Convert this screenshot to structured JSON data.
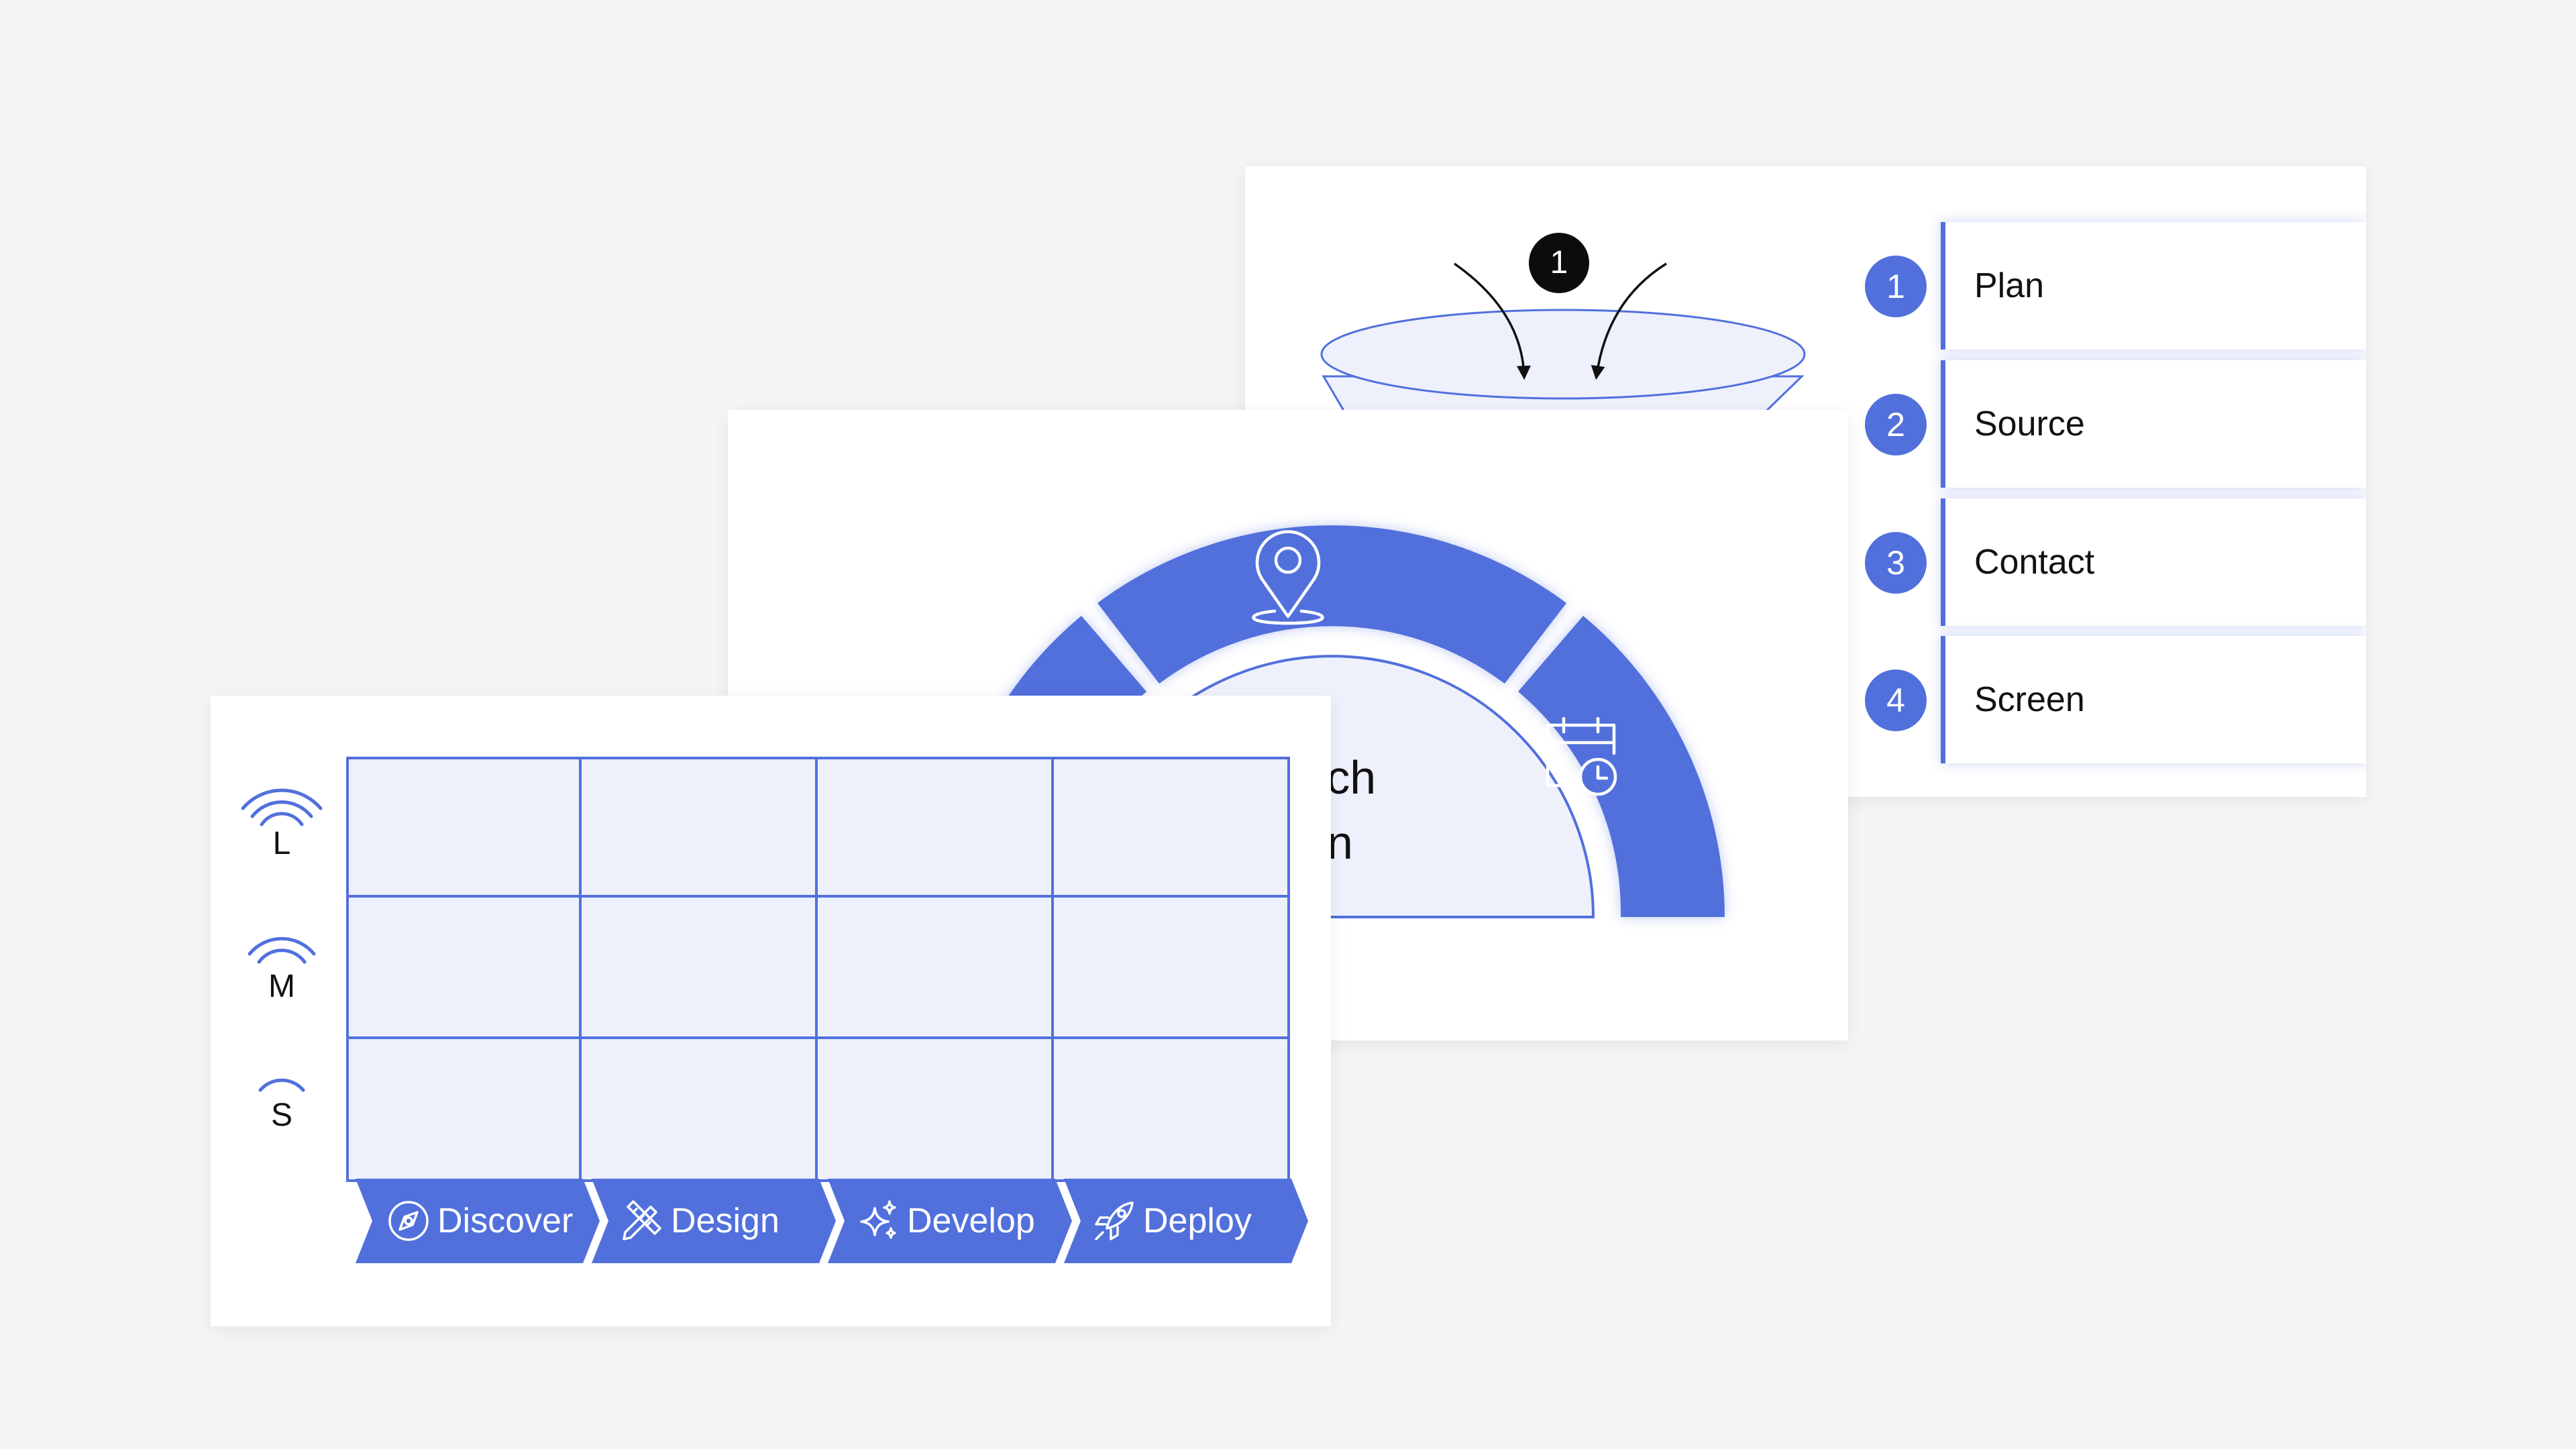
{
  "funnel_card": {
    "badge": "1",
    "steps": [
      {
        "num": "1",
        "label": "Plan"
      },
      {
        "num": "2",
        "label": "Source"
      },
      {
        "num": "3",
        "label": "Contact"
      },
      {
        "num": "4",
        "label": "Screen"
      }
    ]
  },
  "arc_card": {
    "icons": [
      "location-pin-icon",
      "calendar-clock-icon"
    ],
    "partial_text_line1": "rch",
    "partial_text_line2": "n"
  },
  "grid_card": {
    "sizes": [
      {
        "label": "L",
        "icon": "signal-large-icon"
      },
      {
        "label": "M",
        "icon": "signal-medium-icon"
      },
      {
        "label": "S",
        "icon": "signal-small-icon"
      }
    ],
    "phases": [
      {
        "label": "Discover",
        "icon": "compass-icon"
      },
      {
        "label": "Design",
        "icon": "pencil-ruler-icon"
      },
      {
        "label": "Develop",
        "icon": "sparkles-icon"
      },
      {
        "label": "Deploy",
        "icon": "rocket-icon"
      }
    ]
  },
  "colors": {
    "accent": "#5170dc",
    "light_fill": "#eef0fc",
    "background": "#f5f5f5",
    "card": "#ffffff",
    "badge": "#0c0c0c"
  }
}
